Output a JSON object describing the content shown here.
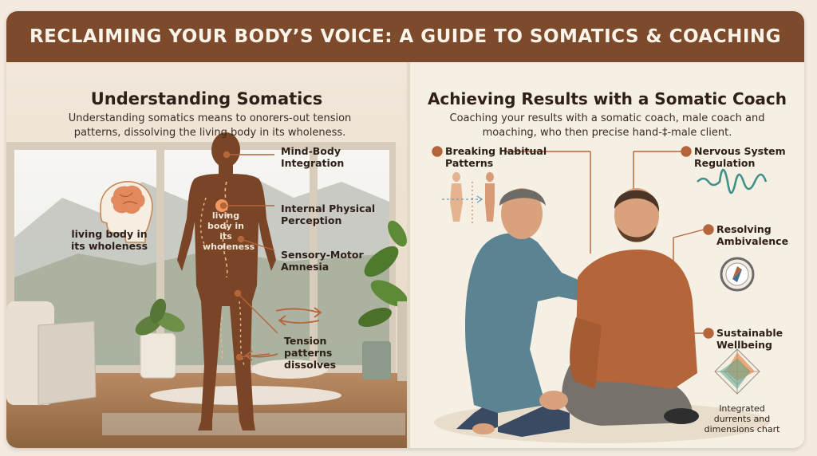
{
  "banner": {
    "title": "RECLAIMING YOUR BODY’S VOICE: A GUIDE TO SOMATICS & COACHING"
  },
  "left": {
    "title": "Understanding Somatics",
    "description": "Understanding somatics means to onorers-out tension patterns, dissolving the living body in its wholeness.",
    "brain_label": "living body in its wholeness",
    "body_center_label": "living body in its wholeness",
    "callouts": {
      "mind_body": "Mind-Body Integration",
      "internal": "Internal Physical Perception",
      "sensory": "Sensory-Motor Amnesia",
      "tension": "Tension patterns dissolves"
    },
    "icons": {
      "brain": "brain-head-icon",
      "figure": "human-body-silhouette"
    }
  },
  "right": {
    "title": "Achieving Results with a Somatic Coach",
    "description": "Coaching your results with a somatic coach, male coach and moaching, who then precise hand-‡-male client.",
    "callouts": {
      "habitual": "Breaking Habitual Patterns",
      "nervous": "Nervous System Regulation",
      "ambivalence": "Resolving Ambivalence",
      "wellbeing": "Sustainable Wellbeing",
      "chart_caption": "Integrated durrents and dimensions chart"
    },
    "icons": {
      "wave": "sine-wave-icon",
      "compass": "compass-icon",
      "radar": "radar-chart-icon",
      "figures": "posture-figures-icon"
    }
  },
  "colors": {
    "banner": "#7d4a2b",
    "accent": "#b5653a",
    "body": "#7a4526",
    "text": "#2e2018"
  }
}
